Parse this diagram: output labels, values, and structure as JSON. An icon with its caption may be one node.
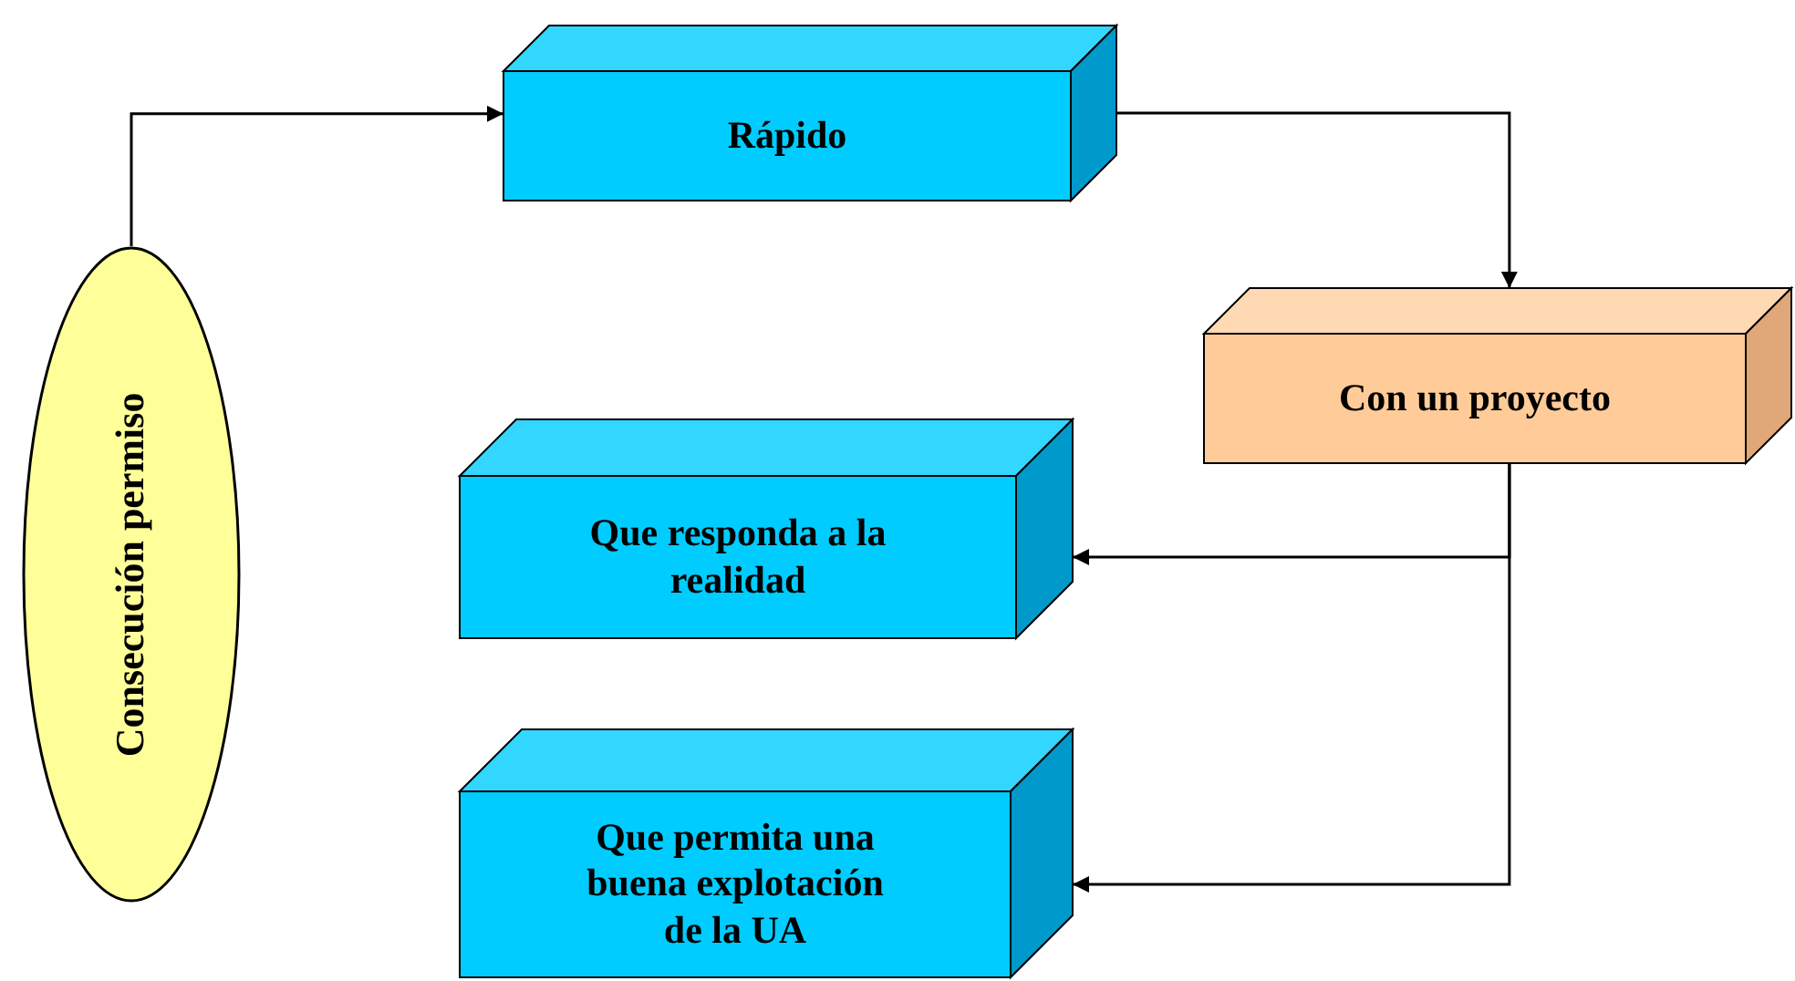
{
  "diagram": {
    "nodes": [
      {
        "text": [
          "Consecución permiso"
        ]
      },
      {
        "text": [
          "Rápido"
        ]
      },
      {
        "text": [
          "Con un proyecto"
        ]
      },
      {
        "text": [
          "Que responda a la realidad"
        ]
      },
      {
        "text": [
          "Que permita una buena explotación de la UA"
        ]
      }
    ],
    "edges": [
      {
        "from": 0,
        "to": 1,
        "arrow": "to"
      },
      {
        "from": 1,
        "to": 2,
        "arrow": "to"
      },
      {
        "from": 2,
        "to": 3,
        "arrow": "to"
      },
      {
        "from": 2,
        "to": 4,
        "arrow": "to"
      }
    ]
  }
}
